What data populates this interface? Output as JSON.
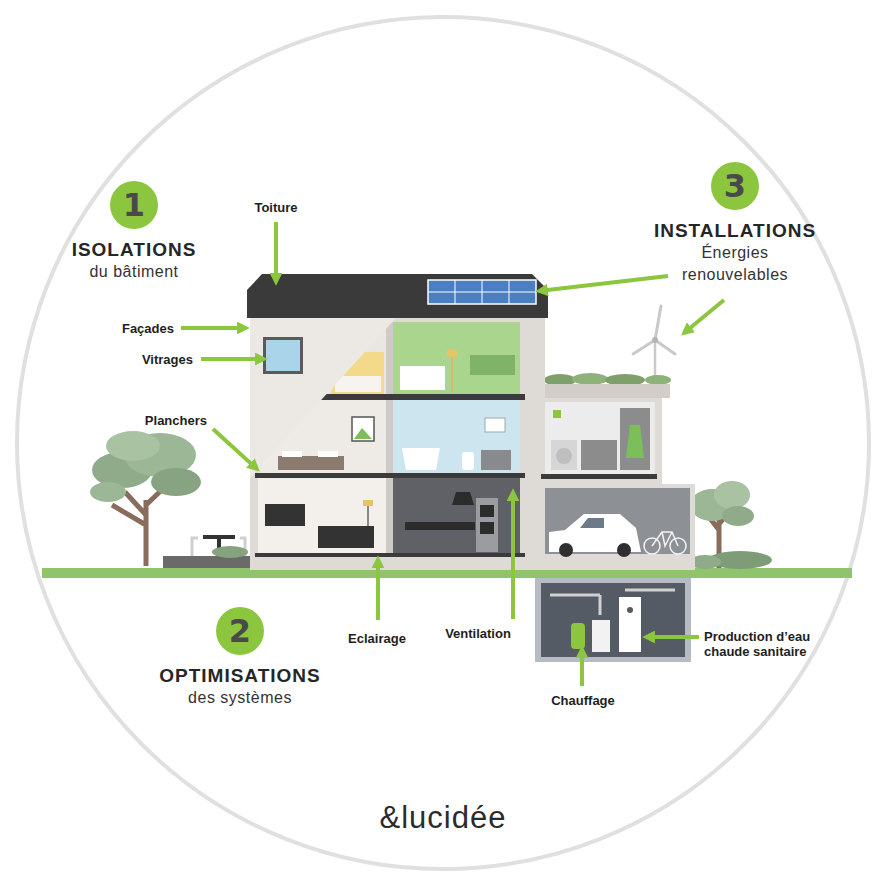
{
  "diagram": {
    "nodes": [
      {
        "text": [
          "1",
          "ISOLATIONS",
          "du bâtiment"
        ]
      },
      {
        "text": [
          "2",
          "OPTIMISATIONS",
          "des systèmes"
        ]
      },
      {
        "text": [
          "3",
          "INSTALLATIONS",
          "Énergies renouvelables"
        ]
      }
    ],
    "labels": [
      "Toiture",
      "Façades",
      "Vitrages",
      "Planchers",
      "Eclairage",
      "Ventilation",
      "Production d’eau chaude sanitaire",
      "Chauffage",
      "&lucidée"
    ]
  }
}
